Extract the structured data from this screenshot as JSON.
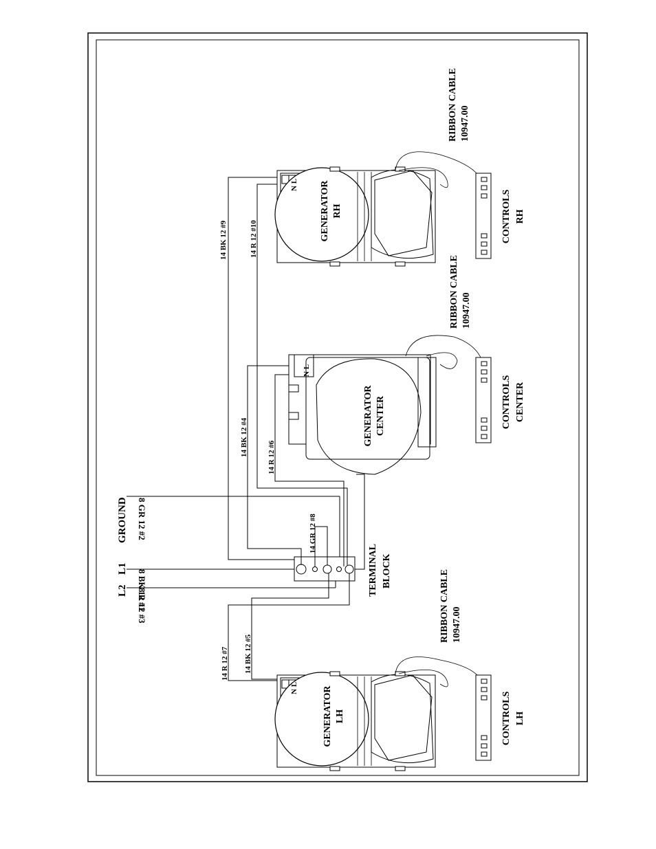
{
  "terminal_block": {
    "label_line1": "TERMINAL",
    "label_line2": "BLOCK"
  },
  "supply": {
    "l2": "L2",
    "l1": "L1",
    "ground": "GROUND",
    "wire_l2": "8 R 12 #3",
    "wire_l1": "8 BK 12 #1",
    "wire_ground": "8 GR 12 #2"
  },
  "wires": {
    "gr8": "14 GR 12 #8",
    "lh_red": "14 R 12 #7",
    "lh_blk": "14 BK 12 #5",
    "center_blk": "14 BK 12 #4",
    "center_red": "14 R 12 #6",
    "rh_blk": "14 BK 12 #9",
    "rh_red": "14 R 12 #10"
  },
  "generators": {
    "lh": {
      "line1": "GENERATOR",
      "line2": "LH"
    },
    "center": {
      "line1": "GENERATOR",
      "line2": "CENTER"
    },
    "rh": {
      "line1": "GENERATOR",
      "line2": "RH"
    },
    "terminal_text": "N L"
  },
  "controls": {
    "lh": {
      "line1": "CONTROLS",
      "line2": "LH"
    },
    "center": {
      "line1": "CONTROLS",
      "line2": "CENTER"
    },
    "rh": {
      "line1": "CONTROLS",
      "line2": "RH"
    }
  },
  "ribbon": {
    "line1": "RIBBON CABLE",
    "line2": "10947.00"
  }
}
